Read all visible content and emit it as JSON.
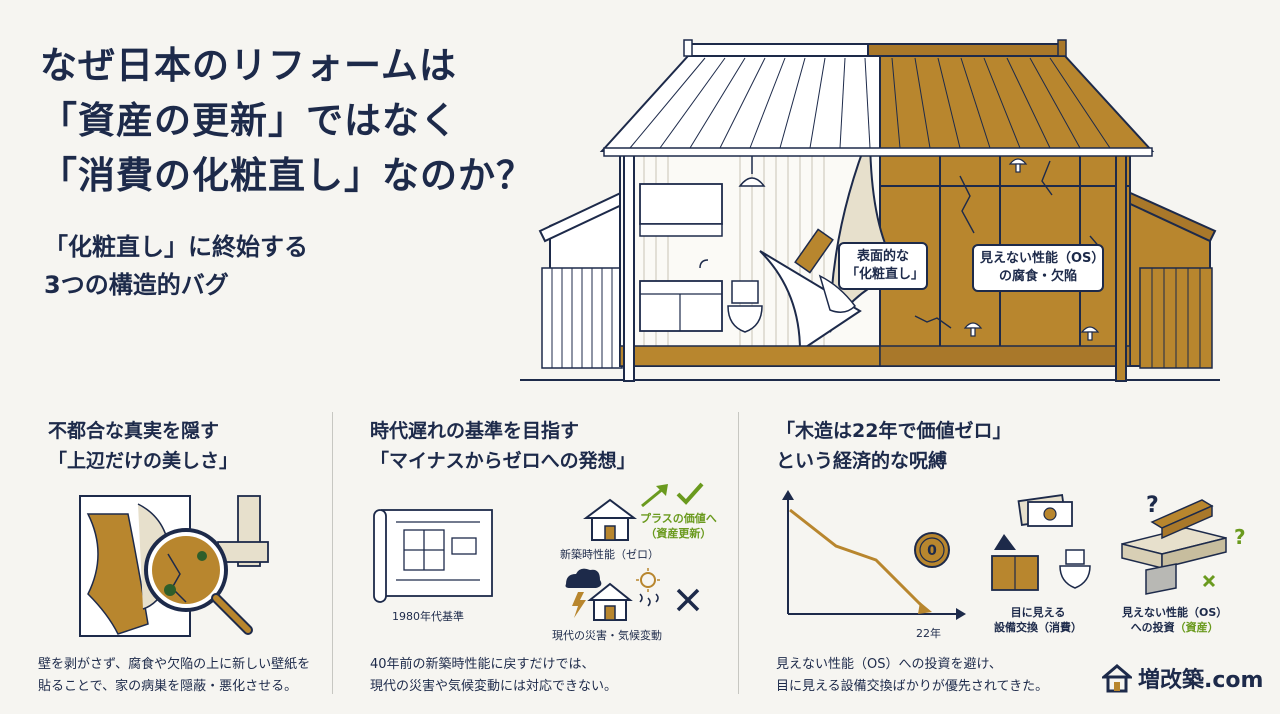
{
  "title": {
    "line1": "なぜ日本のリフォームは",
    "line2": "「資産の更新」ではなく",
    "line3": "「消費の化粧直し」なのか？"
  },
  "subtitle": {
    "line1": "「化粧直し」に終始する",
    "line2": "3つの構造的バグ"
  },
  "hero": {
    "callout_left_line1": "表面的な",
    "callout_left_line2": "「化粧直し」",
    "callout_right_line1": "見えない性能（OS）",
    "callout_right_line2": "の腐食・欠陥"
  },
  "columns": [
    {
      "title_line1": "不都合な真実を隠す",
      "title_line2": "「上辺だけの美しさ」",
      "desc_line1": "壁を剥がさず、腐食や欠陥の上に新しい壁紙を",
      "desc_line2": "貼ることで、家の病巣を隠蔽・悪化させる。"
    },
    {
      "title_line1": "時代遅れの基準を目指す",
      "title_line2": "「マイナスからゼロへの発想」",
      "label_blueprint": "1980年代基準",
      "label_newhouse": "新築時性能（ゼロ）",
      "label_plus_line1": "プラスの価値へ",
      "label_plus_line2": "（資産更新）",
      "label_disaster": "現代の災害・気候変動",
      "desc_line1": "40年前の新築時性能に戻すだけでは、",
      "desc_line2": "現代の災害や気候変動には対応できない。"
    },
    {
      "title_line1": "「木造は22年で価値ゼロ」",
      "title_line2": "という経済的な呪縛",
      "label_axis": "22年",
      "label_coin": "0",
      "label_visible_line1": "目に見える",
      "label_visible_line2": "設備交換（消費）",
      "label_invisible_line1": "見えない性能（OS）",
      "label_invisible_line2_a": "への投資",
      "label_invisible_line2_b": "（資産）",
      "desc_line1": "見えない性能（OS）への投資を避け、",
      "desc_line2": "目に見える設備交換ばかりが優先されてきた。"
    }
  ],
  "logo": {
    "text": "増改築.com",
    "icon": "house-logo-icon"
  },
  "colors": {
    "navy": "#1d2a4a",
    "wood": "#b8862e",
    "green": "#6a9a1e",
    "background": "#f6f5f1"
  }
}
